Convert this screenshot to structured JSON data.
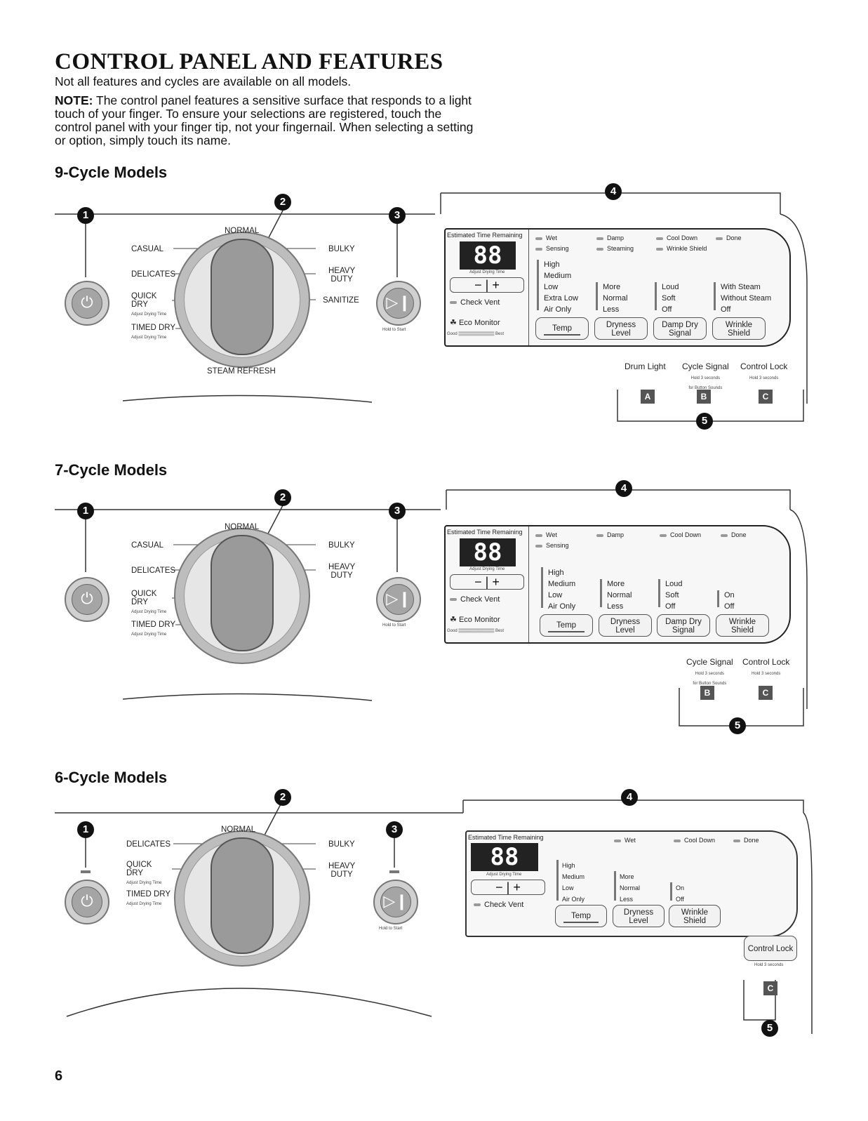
{
  "page": {
    "title": "CONTROL PANEL AND FEATURES",
    "intro": "Not all features and cycles are available on all models.",
    "note_label": "NOTE:",
    "note_text": "The control panel features a sensitive surface that responds to a light touch of your finger. To ensure your selections are registered, touch the control panel with your finger tip, not your fingernail. When selecting a setting or option, simply touch its name.",
    "page_number": "6"
  },
  "callouts": [
    "1",
    "2",
    "3",
    "4",
    "5"
  ],
  "common": {
    "normal": "NORMAL",
    "casual": "CASUAL",
    "delicates": "DELICATES",
    "quick": "QUICK",
    "dry": "DRY",
    "adjust_drying_time": "Adjust Drying Time",
    "timed_dry": "TIMED DRY",
    "bulky": "BULKY",
    "heavy": "HEAVY",
    "duty": "DUTY",
    "sanitize": "SANITIZE",
    "steam_refresh": "STEAM REFRESH",
    "hold_to_start": "Hold to Start",
    "est_time": "Estimated Time Remaining",
    "digits": "88",
    "adjust_drying_time_display": "Adjust Drying Time",
    "minus_plus": "− | +",
    "check_vent": "Check Vent",
    "eco_monitor": "Eco Monitor",
    "good": "Good",
    "best": "Best",
    "wet": "Wet",
    "damp": "Damp",
    "cool_down": "Cool Down",
    "done": "Done",
    "sensing": "Sensing",
    "steaming": "Steaming",
    "wrinkle_shield_status": "Wrinkle Shield",
    "temp_options": [
      "High",
      "Medium",
      "Low",
      "Extra Low",
      "Air Only"
    ],
    "temp_options_short": [
      "High",
      "Medium",
      "Low",
      "Air Only"
    ],
    "dryness_options": [
      "More",
      "Normal",
      "Less"
    ],
    "signal_options": [
      "Loud",
      "Soft",
      "Off"
    ],
    "wrinkle_options_steam": [
      "With Steam",
      "Without Steam",
      "Off"
    ],
    "wrinkle_options": [
      "On",
      "Off"
    ],
    "temp": "Temp",
    "dryness_1": "Dryness",
    "dryness_2": "Level",
    "damp_dry_1": "Damp Dry",
    "damp_dry_2": "Signal",
    "wrinkle_1": "Wrinkle",
    "wrinkle_2": "Shield",
    "drum_light": "Drum Light",
    "cycle_signal": "Cycle Signal",
    "cycle_signal_hold": "Hold 3 seconds",
    "cycle_signal_hold2": "for Button Sounds",
    "control_lock": "Control Lock",
    "control_lock_hold": "Hold 3 seconds",
    "btn_a": "A",
    "btn_b": "B",
    "btn_c": "C"
  },
  "sections": {
    "nine": "9-Cycle Models",
    "seven": "7-Cycle Models",
    "six": "6-Cycle Models"
  }
}
